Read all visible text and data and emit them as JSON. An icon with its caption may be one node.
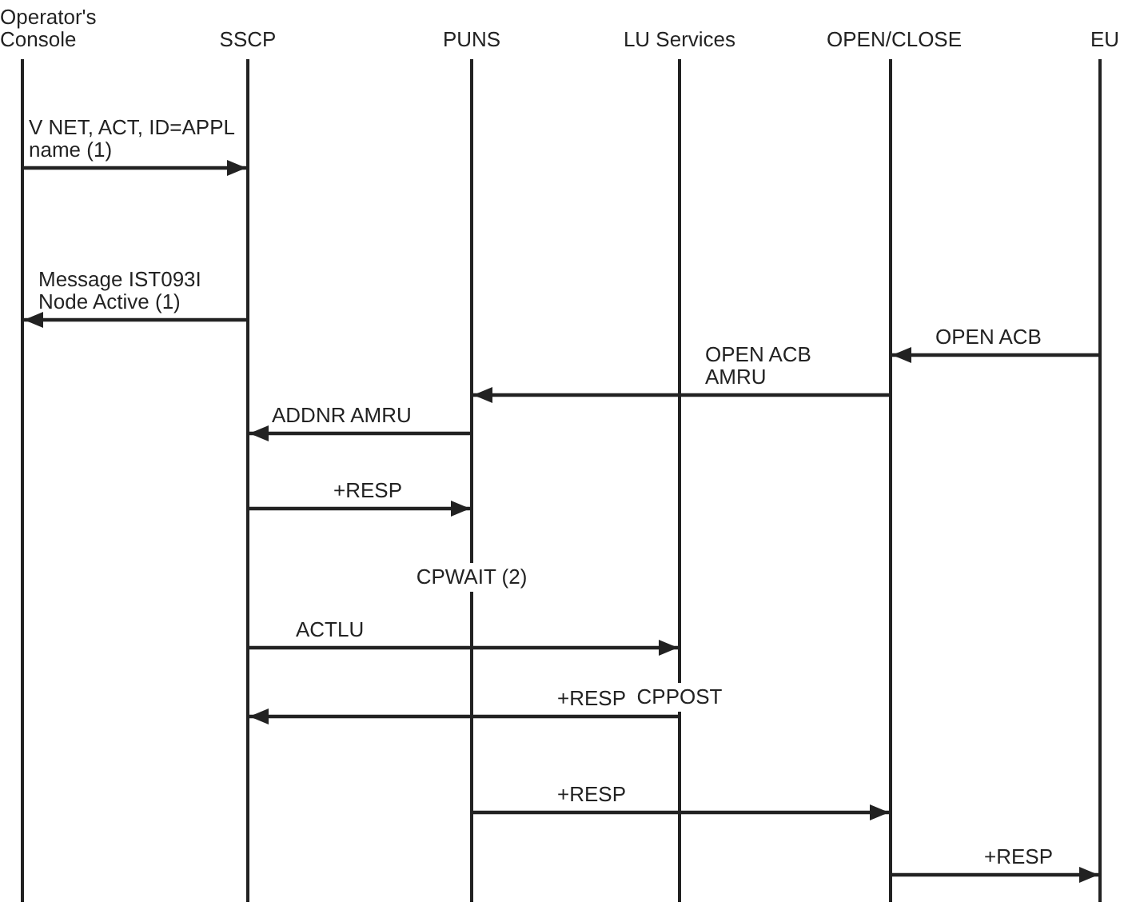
{
  "diagram": {
    "nodes": [
      {
        "text": [
          "Operator's Console"
        ]
      },
      {
        "text": [
          "SSCP"
        ]
      },
      {
        "text": [
          "PUNS"
        ]
      },
      {
        "text": [
          "LU Services"
        ]
      },
      {
        "text": [
          "OPEN/CLOSE"
        ]
      },
      {
        "text": [
          "EU"
        ]
      }
    ],
    "edges": [
      {
        "from": 0,
        "to": 1,
        "arrow": "to",
        "label": "V NET, ACT, ID=APPL name (1)"
      },
      {
        "from": 1,
        "to": 0,
        "arrow": "to",
        "label": "Message IST093I Node Active (1)"
      },
      {
        "from": 5,
        "to": 4,
        "arrow": "to",
        "label": "OPEN ACB"
      },
      {
        "from": 4,
        "to": 2,
        "arrow": "to",
        "label": "OPEN ACB AMRU"
      },
      {
        "from": 2,
        "to": 1,
        "arrow": "to",
        "label": "ADDNR AMRU"
      },
      {
        "from": 1,
        "to": 2,
        "arrow": "to",
        "label": "+RESP"
      },
      {
        "from": 1,
        "to": 3,
        "arrow": "to",
        "label": "ACTLU"
      },
      {
        "from": 3,
        "to": 1,
        "arrow": "to",
        "label": "+RESP"
      },
      {
        "from": 2,
        "to": 4,
        "arrow": "to",
        "label": "+RESP"
      },
      {
        "from": 4,
        "to": 5,
        "arrow": "to",
        "label": "+RESP"
      }
    ],
    "labels": [
      "CPWAIT (2)",
      "CPPOST"
    ]
  }
}
